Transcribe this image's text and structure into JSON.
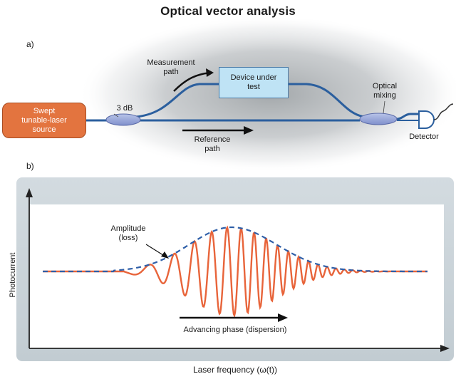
{
  "title": "Optical vector analysis",
  "panel_a": {
    "label": "a)",
    "source": "Swept\ntunable-laser\nsource",
    "coupler": "3 dB",
    "measurement_path": "Measurement\npath",
    "device": "Device under\ntest",
    "reference_path": "Reference\npath",
    "optical_mixing": "Optical\nmixing",
    "detector": "Detector"
  },
  "panel_b": {
    "label": "b)",
    "ylabel": "Photocurrent",
    "xlabel": "Laser frequency (ω(t))",
    "amplitude_annotation": "Amplitude\n(loss)",
    "phase_annotation": "Advancing phase (dispersion)"
  },
  "colors": {
    "fiber": "#2b5f9e",
    "source": "#e3743f",
    "device": "#bfe3f5",
    "signal": "#e8643a",
    "envelope": "#2f5fa8",
    "panel_background": "#c9d2d8"
  }
}
